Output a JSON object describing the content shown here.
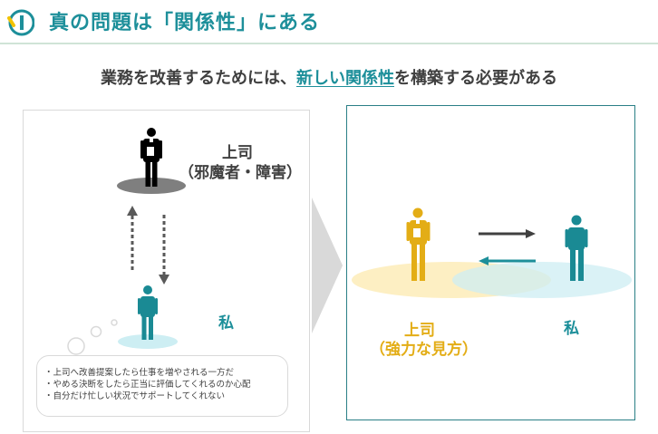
{
  "header": {
    "title": "真の問題は「関係性」にある",
    "colors": {
      "teal": "#1d8f9a",
      "yellow": "#f2c300"
    }
  },
  "subtitle": {
    "pre": "業務を改善するためには、",
    "highlight": "新しい関係性",
    "post": "を構築する必要がある"
  },
  "left": {
    "boss_label_line1": "上司",
    "boss_label_line2": "（邪魔者・障害）",
    "me_label": "私",
    "thoughts": [
      "上司へ改善提案したら仕事を増やされる一方だ",
      "やめる決断をしたら正当に評価してくれるのか心配",
      "自分だけ忙しい状況でサポートしてくれない"
    ]
  },
  "right": {
    "boss_label_line1": "上司",
    "boss_label_line2": "（強力な見方）",
    "me_label": "私"
  },
  "colors": {
    "boss_left": "#000000",
    "boss_right": "#e3ad16",
    "me": "#1a8a94",
    "boss_spot_left": "#7f7f7f",
    "boss_spot_right": "#fdefc3",
    "me_spot": "#cdeef3"
  }
}
